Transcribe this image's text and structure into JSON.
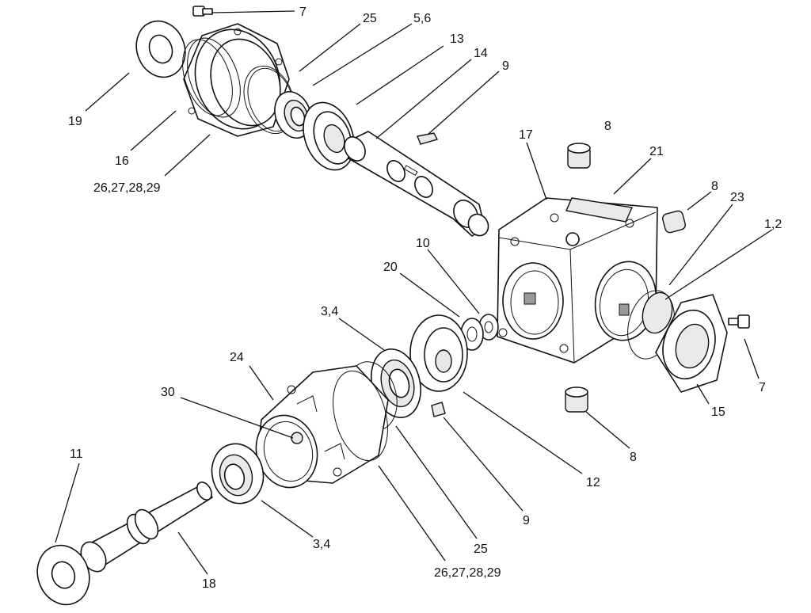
{
  "callouts": {
    "c7_top": "7",
    "c25_top": "25",
    "c56": "5,6",
    "c13": "13",
    "c14": "14",
    "c9_top": "9",
    "c19": "19",
    "c16": "16",
    "c262729_top": "26,27,28,29",
    "c17": "17",
    "c8_top": "8",
    "c21": "21",
    "c8_right": "8",
    "c23": "23",
    "c12b": "1,2",
    "c10": "10",
    "c20": "20",
    "c34_top": "3,4",
    "c24": "24",
    "c30": "30",
    "c7_right": "7",
    "c15": "15",
    "c8_bottom": "8",
    "c12": "12",
    "c11": "11",
    "c9_bottom": "9",
    "c34_bottom": "3,4",
    "c25_bottom": "25",
    "c262729_bottom": "26,27,28,29",
    "c18": "18"
  }
}
